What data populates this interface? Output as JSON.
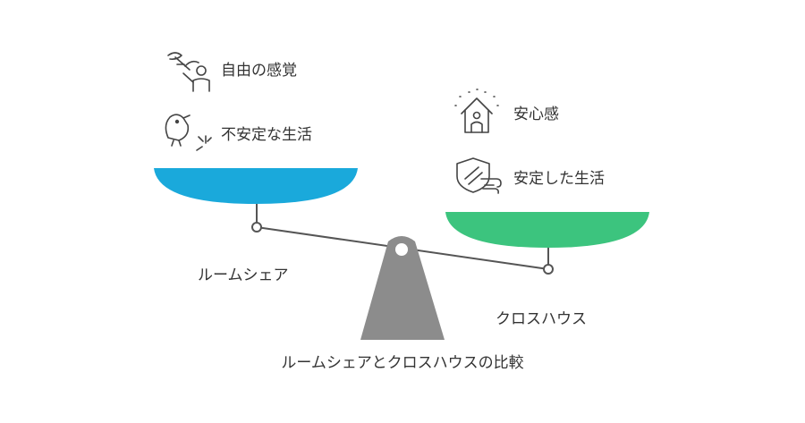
{
  "title": "ルームシェアとクロスハウスの比較",
  "left_pan": {
    "label": "ルームシェア",
    "color": "#1aa9db",
    "items": [
      {
        "icon": "bird-freedom-icon",
        "text": "自由の感覚"
      },
      {
        "icon": "bird-unstable-icon",
        "text": "不安定な生活"
      }
    ]
  },
  "right_pan": {
    "label": "クロスハウス",
    "color": "#3cc47e",
    "items": [
      {
        "icon": "house-person-icon",
        "text": "安心感"
      },
      {
        "icon": "shield-wind-icon",
        "text": "安定した生活"
      }
    ]
  },
  "colors": {
    "fulcrum": "#8c8c8c",
    "beam": "#555555",
    "text": "#333333"
  }
}
